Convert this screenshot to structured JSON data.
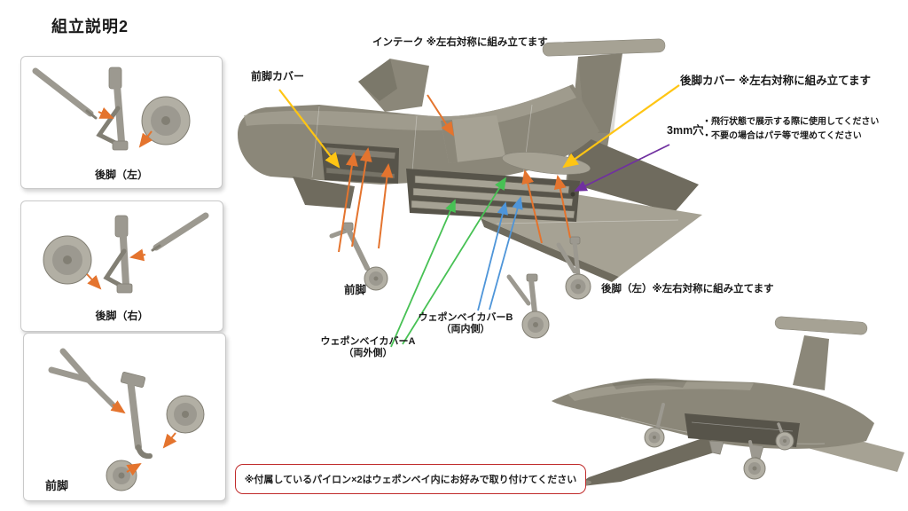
{
  "title": "組立説明2",
  "panels": [
    {
      "label": "後脚（左）"
    },
    {
      "label": "後脚（右）"
    },
    {
      "label": "前脚"
    }
  ],
  "callouts": {
    "intake": "インテーク ※左右対称に組み立てます",
    "front_gear_cover": "前脚カバー",
    "rear_gear_cover": "後脚カバー ※左右対称に組み立てます",
    "hole_3mm": "3mm穴",
    "hole_note_1": "・飛行状態で展示する際に使用してください",
    "hole_note_2": "・不要の場合はパテ等で埋めてください",
    "front_gear": "前脚",
    "weapon_bay_cover_a": "ウェポンベイカバーA",
    "weapon_bay_cover_a_sub": "（両外側）",
    "weapon_bay_cover_b": "ウェポンベイカバーB",
    "weapon_bay_cover_b_sub": "（両内側）",
    "rear_gear_left": "後脚（左）※左右対称に組み立てます"
  },
  "note_box": "※付属しているパイロン×2はウェポンベイ内にお好みで取り付けてください",
  "colors": {
    "arrow_orange": "#E4742E",
    "arrow_yellow": "#FFC513",
    "arrow_green": "#47C154",
    "arrow_blue": "#4E95D9",
    "arrow_purple": "#7030A0",
    "note_red": "#C02B2B",
    "panel_border": "#C9C9C9",
    "body_light": "#A6A294",
    "body_mid": "#8B8779",
    "body_dark": "#6F6B5E",
    "bay_dark": "#57544A",
    "part_light": "#B2AFA4",
    "part_mid": "#9C9990",
    "part_dark": "#827F74"
  }
}
